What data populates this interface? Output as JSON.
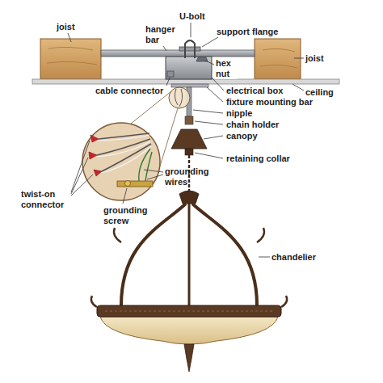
{
  "diagram": {
    "labels": [
      "joist",
      "hanger bar",
      "U-bolt",
      "support flange",
      "hex nut",
      "joist",
      "cable connector",
      "ceiling",
      "electrical box",
      "fixture mounting bar",
      "nipple",
      "chain holder",
      "canopy",
      "retaining collar",
      "twist-on connector",
      "grounding wires",
      "grounding screw",
      "chandelier"
    ]
  }
}
